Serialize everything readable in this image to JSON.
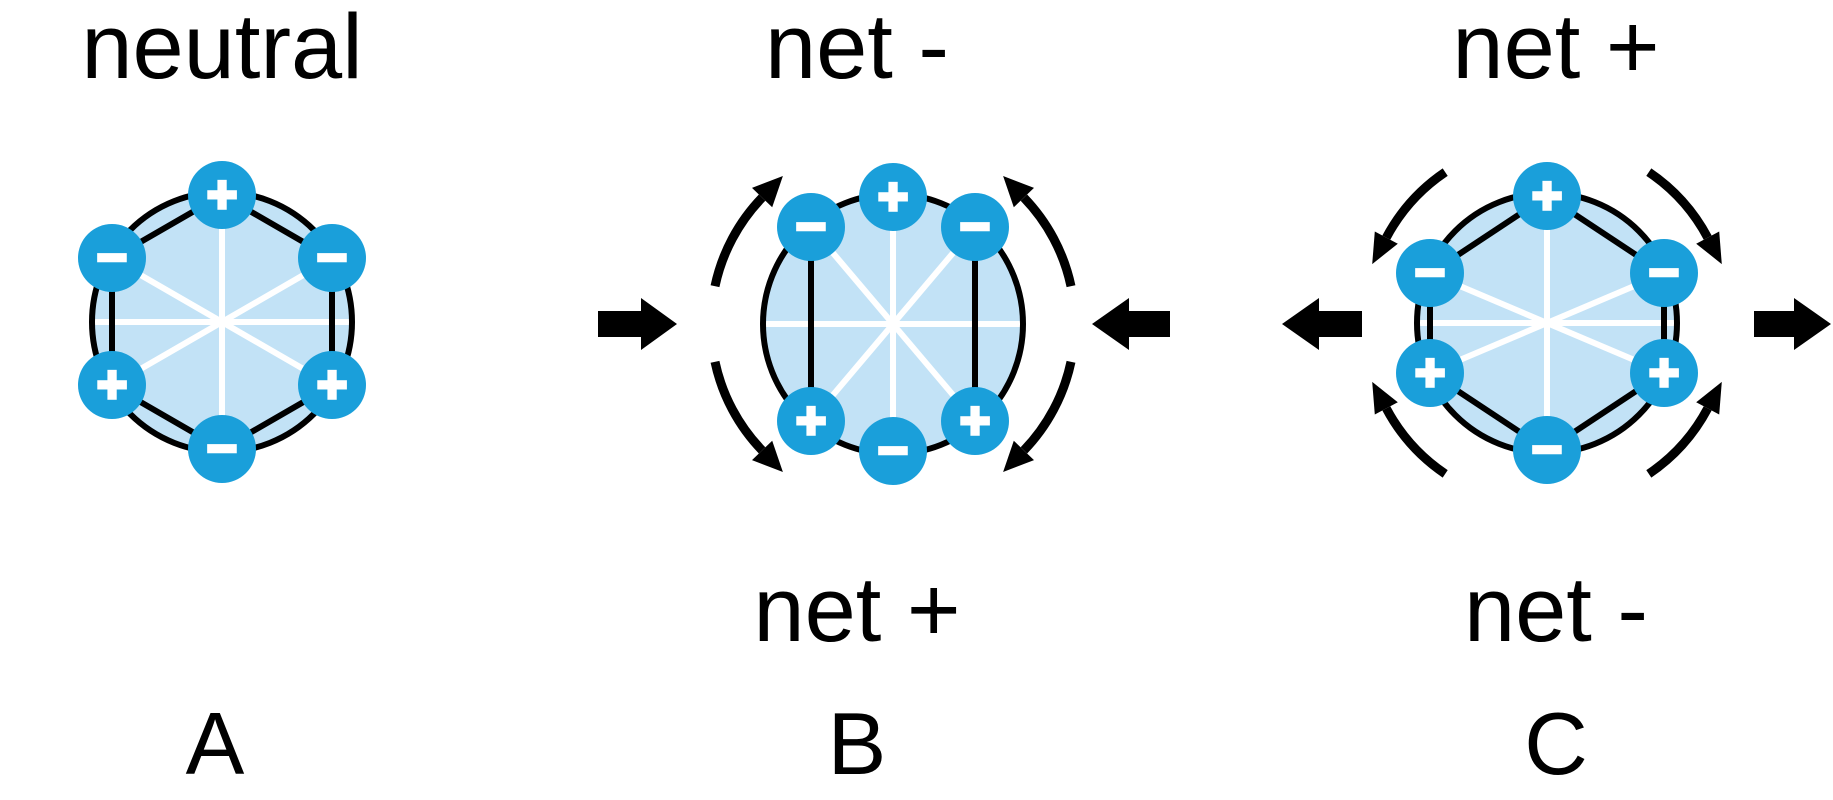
{
  "colors": {
    "charge_blue": "#1A9FDA",
    "crystal_fill": "#C2E2F6",
    "line_black": "#000000",
    "text_black": "#000000",
    "sign_white": "#ffffff"
  },
  "panels": [
    {
      "letter": "A",
      "top_label": "neutral",
      "bottom_label": "",
      "charges": {
        "top": "+",
        "upper_left": "−",
        "upper_right": "−",
        "lower_left": "+",
        "lower_right": "+",
        "bottom": "−"
      }
    },
    {
      "letter": "B",
      "top_label": "net -",
      "bottom_label": "net +",
      "charges": {
        "top": "+",
        "upper_left": "−",
        "upper_right": "−",
        "lower_left": "+",
        "lower_right": "+",
        "bottom": "−"
      },
      "icons": {
        "force_left": "block-arrow-pointing-right",
        "force_right": "block-arrow-pointing-left",
        "rotation_arrows": "curved-arrows-toward-vertical-poles"
      }
    },
    {
      "letter": "C",
      "top_label": "net +",
      "bottom_label": "net -",
      "charges": {
        "top": "+",
        "upper_left": "−",
        "upper_right": "−",
        "lower_left": "+",
        "lower_right": "+",
        "bottom": "−"
      },
      "icons": {
        "force_left": "block-arrow-pointing-left",
        "force_right": "block-arrow-pointing-right",
        "rotation_arrows": "curved-arrows-toward-horizontal-axis"
      }
    }
  ]
}
